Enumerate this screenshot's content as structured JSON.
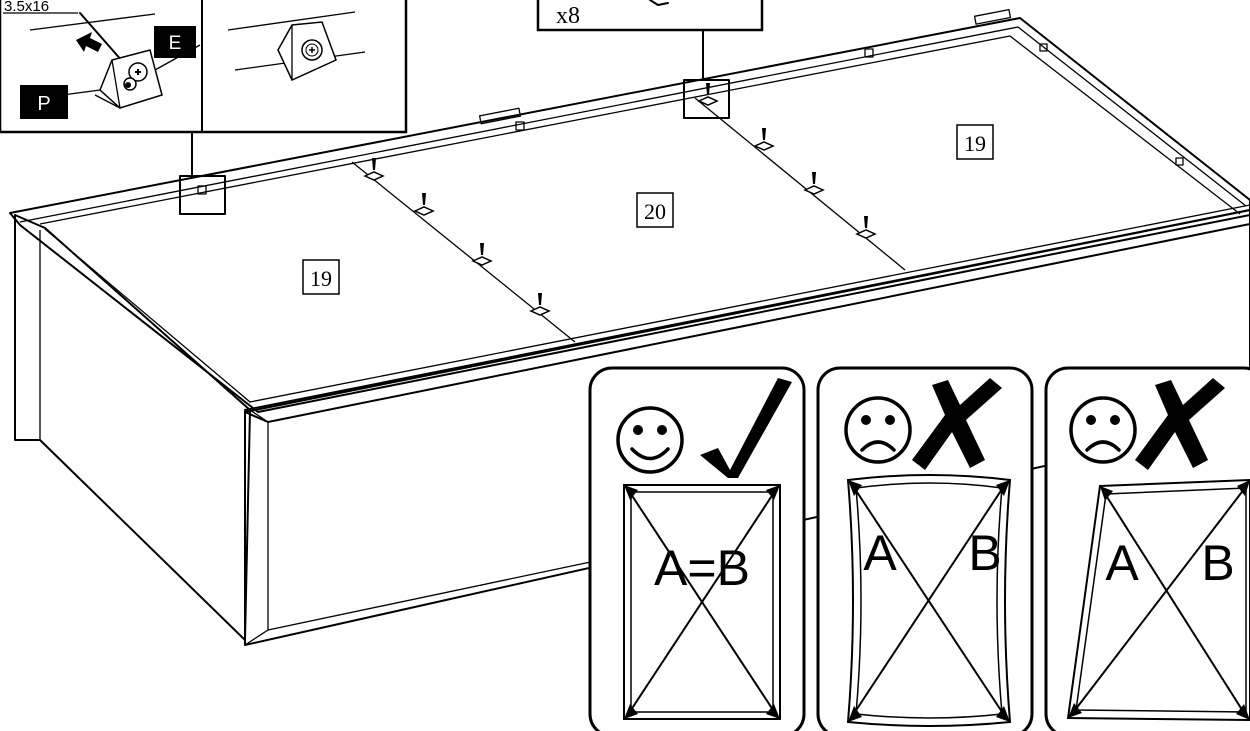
{
  "detail_left": {
    "screw_size": "3.5x16",
    "label_e": "E",
    "label_p": "P"
  },
  "detail_top": {
    "quantity": "x8"
  },
  "panels": {
    "left": "19",
    "center": "20",
    "right": "19"
  },
  "diagonal_check": {
    "good": {
      "label": "A=B",
      "face": "smiley",
      "mark": "checkmark"
    },
    "bad_barrel": {
      "label_a": "A",
      "label_b": "B",
      "face": "frown",
      "mark": "cross"
    },
    "bad_skew": {
      "label_a": "A",
      "label_b": "B",
      "face": "frown",
      "mark": "cross"
    }
  }
}
